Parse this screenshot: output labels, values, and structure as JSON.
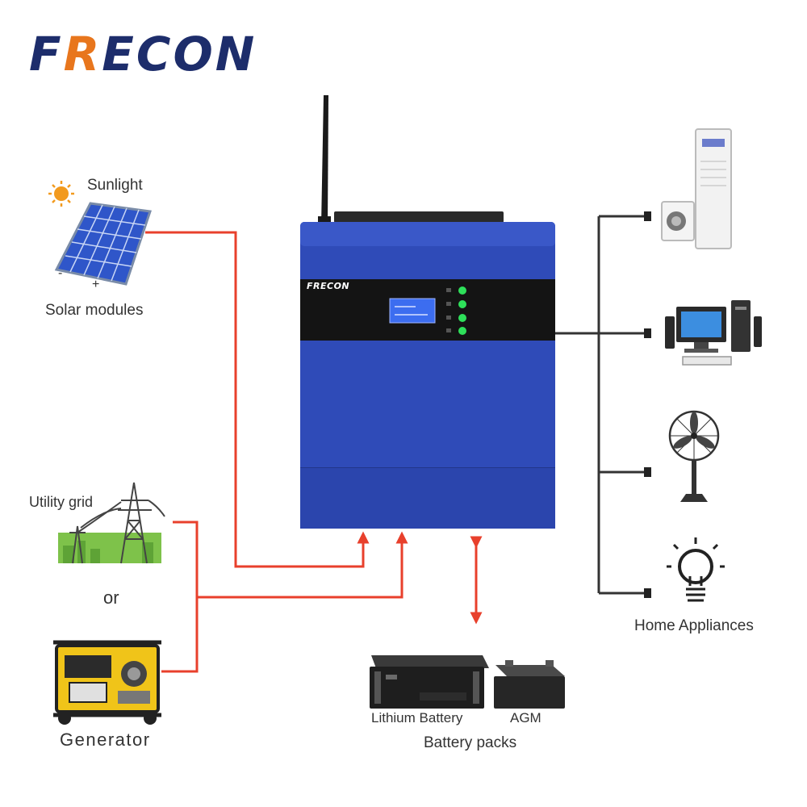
{
  "brand": {
    "name_first": "F",
    "name_accent": "R",
    "name_rest": "ECON",
    "panel_logo": "FRECON"
  },
  "inputs": {
    "sunlight": "Sunlight",
    "solar_modules": "Solar modules",
    "solar_minus": "-",
    "solar_plus": "+",
    "utility_grid": "Utility grid",
    "or": "or",
    "generator": "Generator"
  },
  "battery": {
    "lithium": "Lithium Battery",
    "agm": "AGM",
    "packs": "Battery packs"
  },
  "outputs": {
    "label": "Home Appliances",
    "items": [
      "air-conditioner",
      "computer",
      "fan",
      "light-bulb"
    ]
  },
  "colors": {
    "brand_navy": "#1d2d6b",
    "brand_orange": "#e8761d",
    "inverter_blue": "#2f4bb8",
    "input_wire": "#e8402c",
    "output_wire": "#333333",
    "lcd": "#3c6df0",
    "led": "#2ee05a"
  }
}
